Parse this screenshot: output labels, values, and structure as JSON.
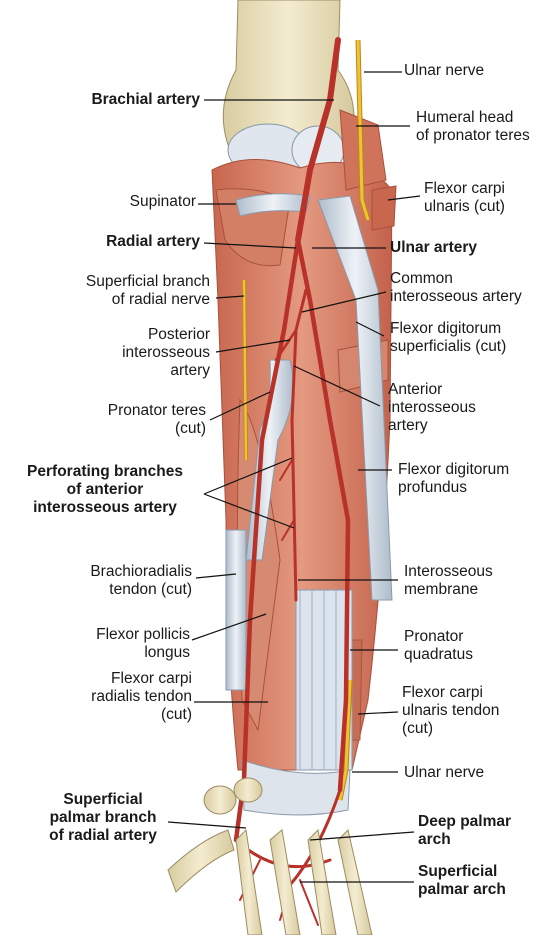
{
  "labels": {
    "ulnar_nerve_top": "Ulnar nerve",
    "brachial_artery": "Brachial artery",
    "humeral_head": "Humeral head\nof pronator teres",
    "supinator": "Supinator",
    "flexor_carpi_ulnaris_cut": "Flexor carpi\nulnaris (cut)",
    "radial_artery": "Radial artery",
    "ulnar_artery": "Ulnar artery",
    "superficial_branch_radial_nerve": "Superficial branch\nof radial nerve",
    "common_interosseous_artery": "Common\ninterosseous artery",
    "posterior_interosseous_artery": "Posterior\ninterosseous\nartery",
    "flexor_digitorum_superficialis": "Flexor digitorum\nsuperficialis (cut)",
    "pronator_teres_cut": "Pronator teres\n(cut)",
    "anterior_interosseous_artery": "Anterior\ninterosseous\nartery",
    "perforating_branches": "Perforating branches\nof anterior\ninterosseous artery",
    "flexor_digitorum_profundus": "Flexor digitorum\nprofundus",
    "brachioradialis_tendon": "Brachioradialis\ntendon (cut)",
    "interosseous_membrane": "Interosseous\nmembrane",
    "flexor_pollicis_longus": "Flexor pollicis\nlongus",
    "pronator_quadratus": "Pronator\nquadratus",
    "flexor_carpi_radialis_tendon": "Flexor carpi\nradialis tendon\n(cut)",
    "flexor_carpi_ulnaris_tendon": "Flexor carpi\nulnaris tendon\n(cut)",
    "ulnar_nerve_bottom": "Ulnar nerve",
    "superficial_palmar_branch": "Superficial\npalmar branch\nof radial artery",
    "deep_palmar_arch": "Deep palmar\narch",
    "superficial_palmar_arch": "Superficial\npalmar arch"
  },
  "colors": {
    "bone": "#efe6c6",
    "muscle": "#d9826a",
    "artery": "#c0392b",
    "nerve": "#e8b820",
    "tendon": "#cfd8e3"
  }
}
